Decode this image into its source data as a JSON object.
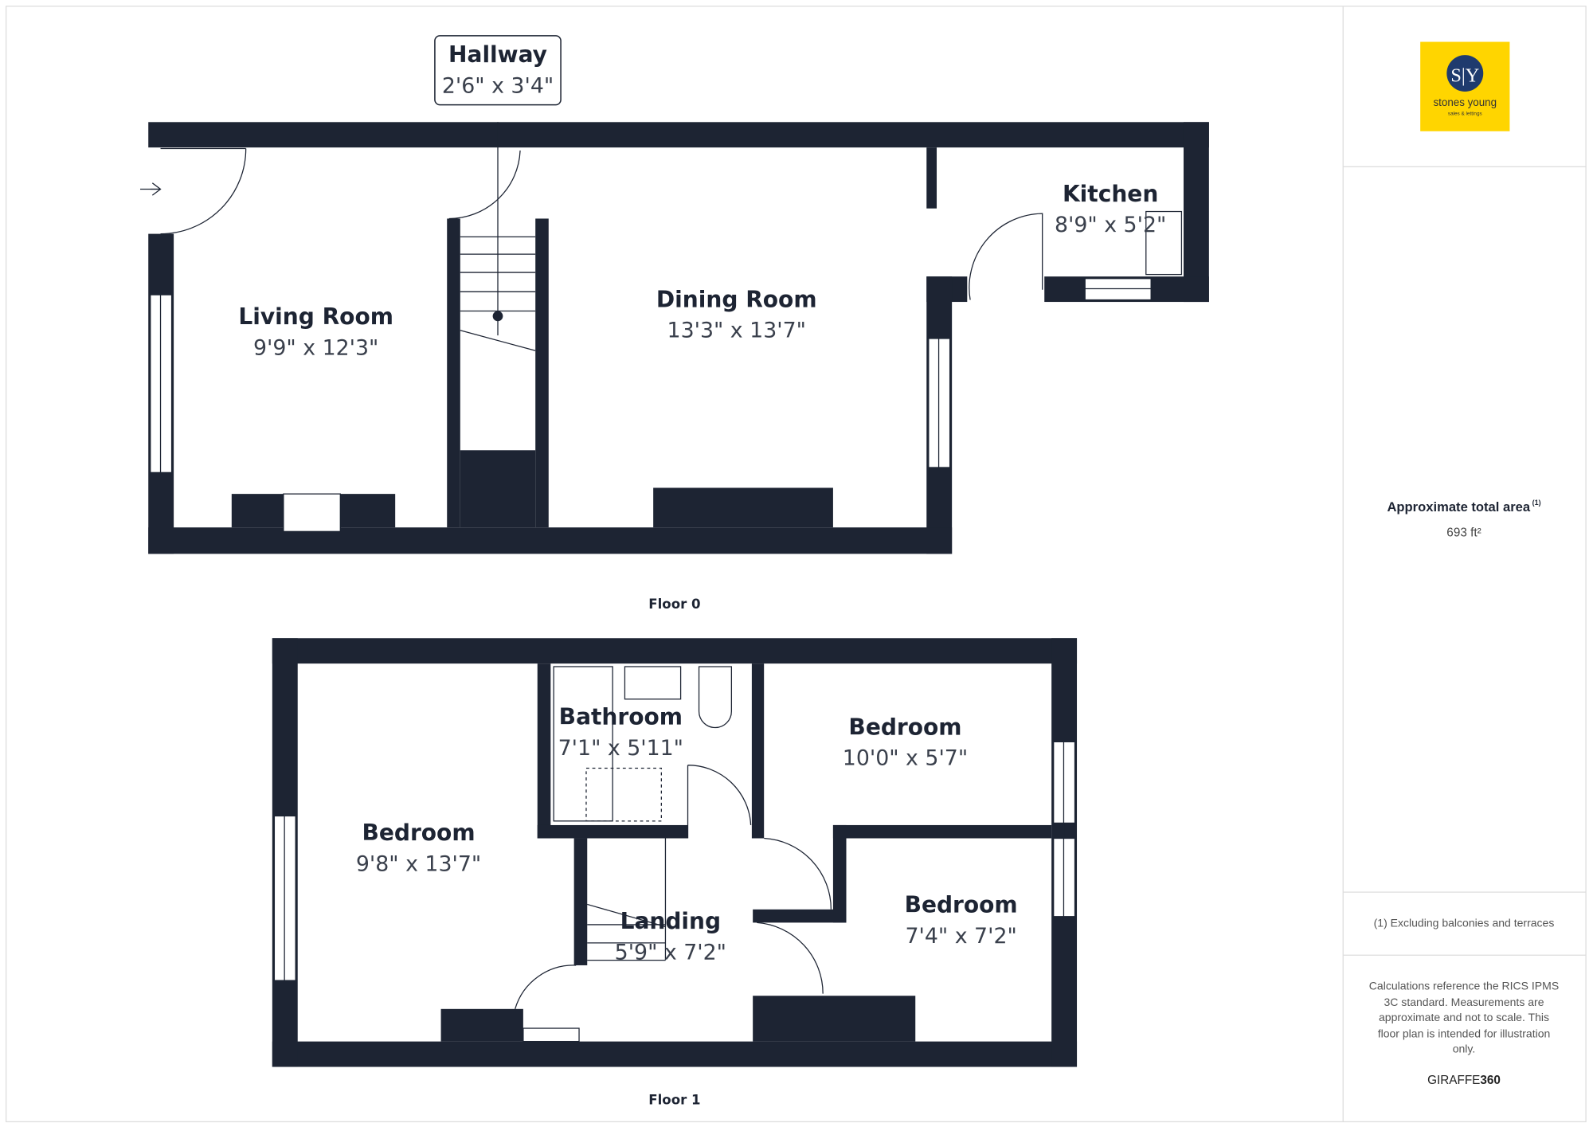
{
  "floors": [
    {
      "label": "Floor 0",
      "rooms": [
        {
          "name": "Hallway",
          "dims": "2'6\" x 3'4\""
        },
        {
          "name": "Living Room",
          "dims": "9'9\" x 12'3\""
        },
        {
          "name": "Dining Room",
          "dims": "13'3\" x 13'7\""
        },
        {
          "name": "Kitchen",
          "dims": "8'9\" x 5'2\""
        }
      ]
    },
    {
      "label": "Floor 1",
      "rooms": [
        {
          "name": "Bathroom",
          "dims": "7'1\" x 5'11\""
        },
        {
          "name": "Bedroom",
          "dims": "10'0\" x 5'7\""
        },
        {
          "name": "Bedroom",
          "dims": "9'8\" x 13'7\""
        },
        {
          "name": "Landing",
          "dims": "5'9\" x 7'2\""
        },
        {
          "name": "Bedroom",
          "dims": "7'4\" x 7'2\""
        }
      ]
    }
  ],
  "logo": {
    "initials": "S|Y",
    "name": "stones young",
    "tagline": "sales & lettings",
    "bg_color": "#ffd500",
    "circle_color": "#1f3b6e"
  },
  "area": {
    "title": "Approximate total area",
    "footnote_ref": "(1)",
    "value": "693 ft²"
  },
  "footnote": "(1) Excluding balconies and terraces",
  "disclaimer": [
    "Calculations reference the RICS IPMS",
    "3C standard. Measurements are",
    "approximate and not to scale. This",
    "floor plan is intended for illustration",
    "only."
  ],
  "brand": {
    "prefix": "GIRAFFE",
    "suffix": "360"
  },
  "colors": {
    "wall": "#1d2433"
  }
}
